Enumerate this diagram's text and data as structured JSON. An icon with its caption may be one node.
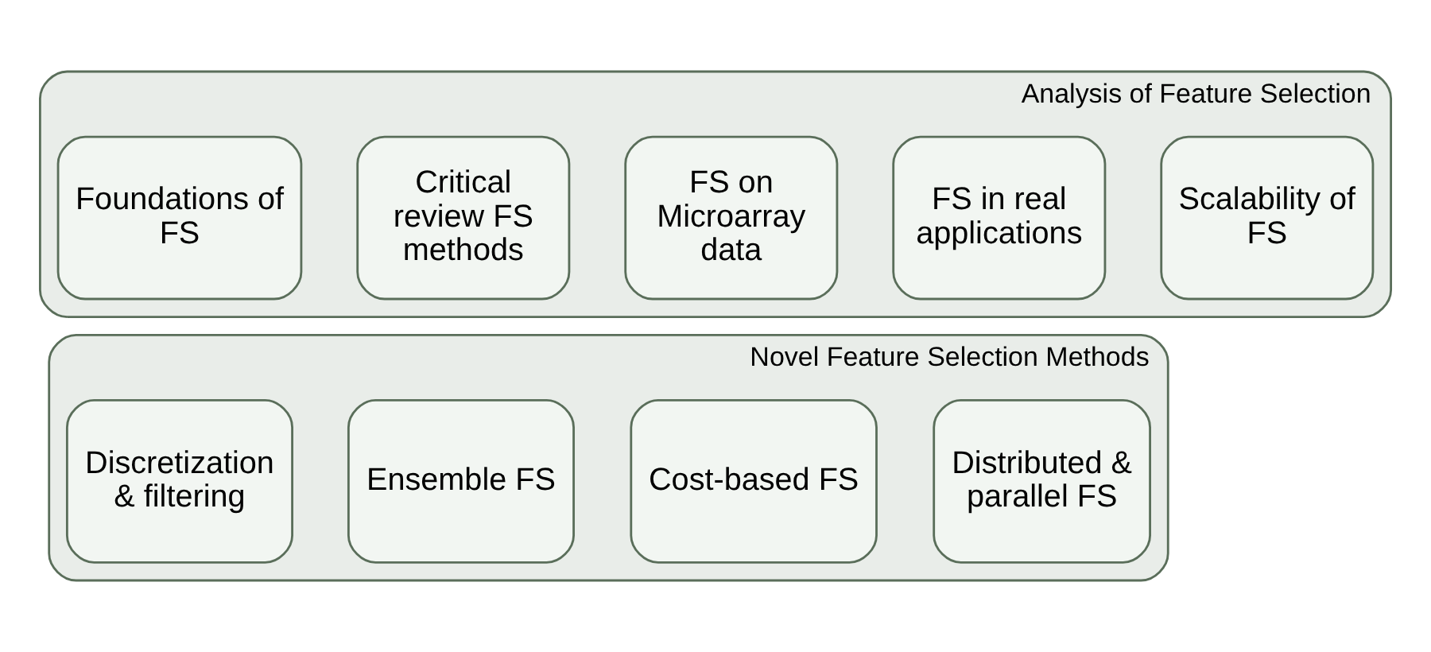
{
  "diagram": {
    "nodes": [
      {
        "text": [
          "Analysis of Feature Selection"
        ]
      },
      {
        "text": [
          "Foundations of FS"
        ],
        "in": 0
      },
      {
        "text": [
          "Critical review FS methods"
        ],
        "in": 0
      },
      {
        "text": [
          "FS on Microarray data"
        ],
        "in": 0
      },
      {
        "text": [
          "FS in real applications"
        ],
        "in": 0
      },
      {
        "text": [
          "Scalability of FS"
        ],
        "in": 0
      },
      {
        "text": [
          "Novel Feature Selection Methods"
        ]
      },
      {
        "text": [
          "Discretization & filtering"
        ],
        "in": 6
      },
      {
        "text": [
          "Ensemble FS"
        ],
        "in": 6
      },
      {
        "text": [
          "Cost-based FS"
        ],
        "in": 6
      },
      {
        "text": [
          "Distributed & parallel FS"
        ],
        "in": 6
      }
    ]
  }
}
